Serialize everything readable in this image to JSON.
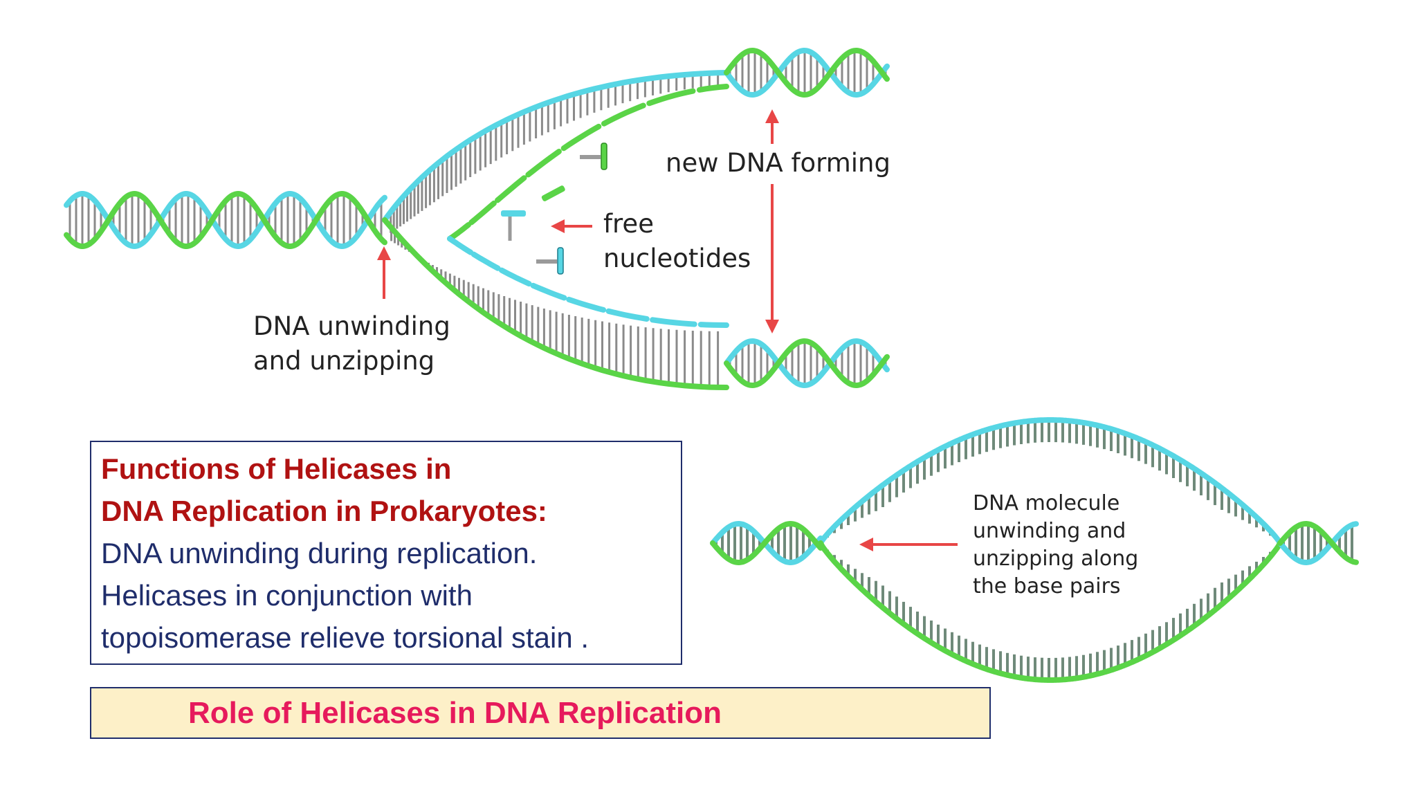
{
  "colors": {
    "strand_green": "#5ad447",
    "strand_cyan": "#57d6e4",
    "base_pairs": "#8a8a8a",
    "arrow": "#e84646",
    "box_border": "#1f2d6b",
    "heading_red": "#b01212",
    "body_navy": "#1f2d6b",
    "caption_bg": "#fdf0c8",
    "caption_pink": "#e61a5c"
  },
  "labels": {
    "new_dna_forming": "new DNA forming",
    "free_line1": "free",
    "free_line2": "nucleotides",
    "unwinding_line1": "DNA unwinding",
    "unwinding_line2": "and unzipping",
    "molecule_line1": "DNA molecule",
    "molecule_line2": "unwinding and",
    "molecule_line3": "unzipping along",
    "molecule_line4": "the base pairs"
  },
  "info_box": {
    "heading_line1": "Functions of Helicases in",
    "heading_line2": "DNA Replication in Prokaryotes:",
    "body_line1": "DNA unwinding during replication.",
    "body_line2": "Helicases in conjunction with",
    "body_line3": "topoisomerase relieve torsional stain ."
  },
  "caption": {
    "text": "Role of Helicases in DNA Replication"
  }
}
